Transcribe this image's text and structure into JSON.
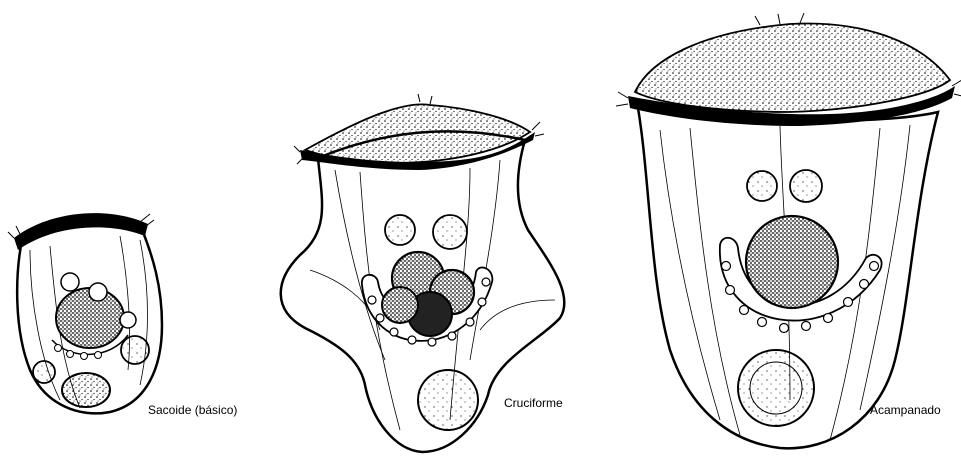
{
  "figure": {
    "labels": {
      "sacoide": "Sacoide (básico)",
      "cruciforme": "Cruciforme",
      "acampanado": "Acampanado"
    }
  }
}
